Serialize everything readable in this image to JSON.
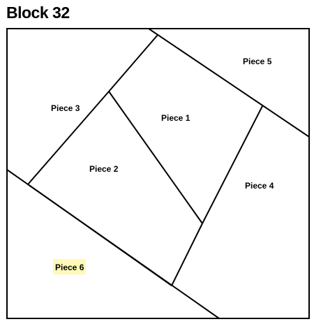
{
  "header": {
    "title": "Block 32"
  },
  "pieces": [
    {
      "label": "Piece 1"
    },
    {
      "label": "Piece 2"
    },
    {
      "label": "Piece 3"
    },
    {
      "label": "Piece 4"
    },
    {
      "label": "Piece 5"
    },
    {
      "label": "Piece 6"
    }
  ],
  "colors": {
    "line": "#000000",
    "background": "#ffffff",
    "highlight": "#fff8b8"
  }
}
